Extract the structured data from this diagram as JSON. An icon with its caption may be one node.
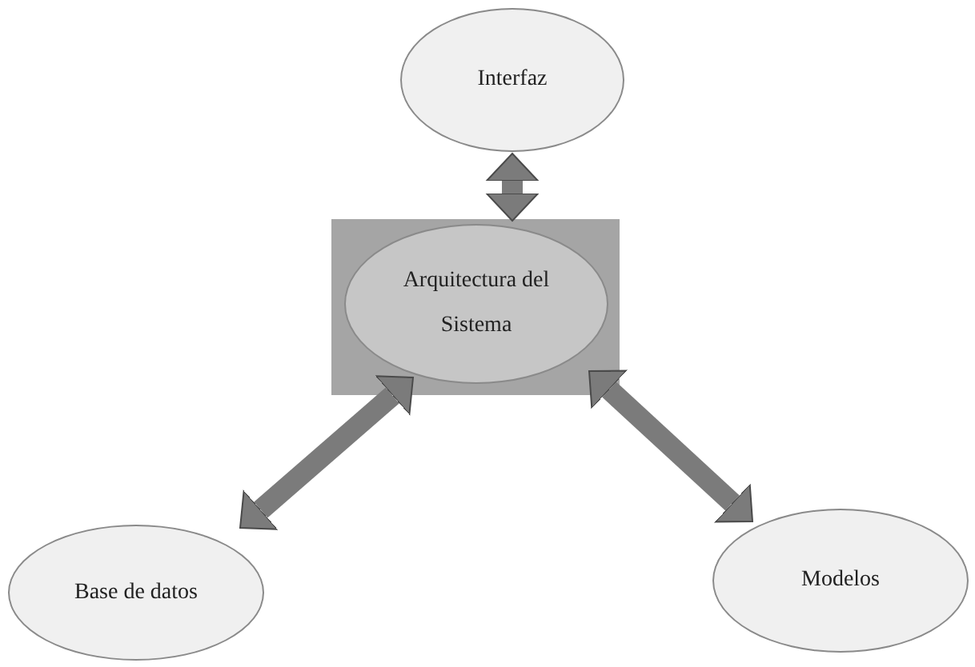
{
  "diagram": {
    "nodes": [
      {
        "text": [
          "Interfaz"
        ]
      },
      {
        "text": [],
        "shape": "box"
      },
      {
        "text": [
          "Arquitectura del Sistema"
        ],
        "in": 1
      },
      {
        "text": [
          "Base de datos"
        ]
      },
      {
        "text": [
          "Modelos"
        ]
      }
    ],
    "edges": [
      {
        "from": 2,
        "to": 0,
        "arrow": "both"
      },
      {
        "from": 2,
        "to": 3,
        "arrow": "both"
      },
      {
        "from": 2,
        "to": 4,
        "arrow": "both"
      }
    ]
  }
}
